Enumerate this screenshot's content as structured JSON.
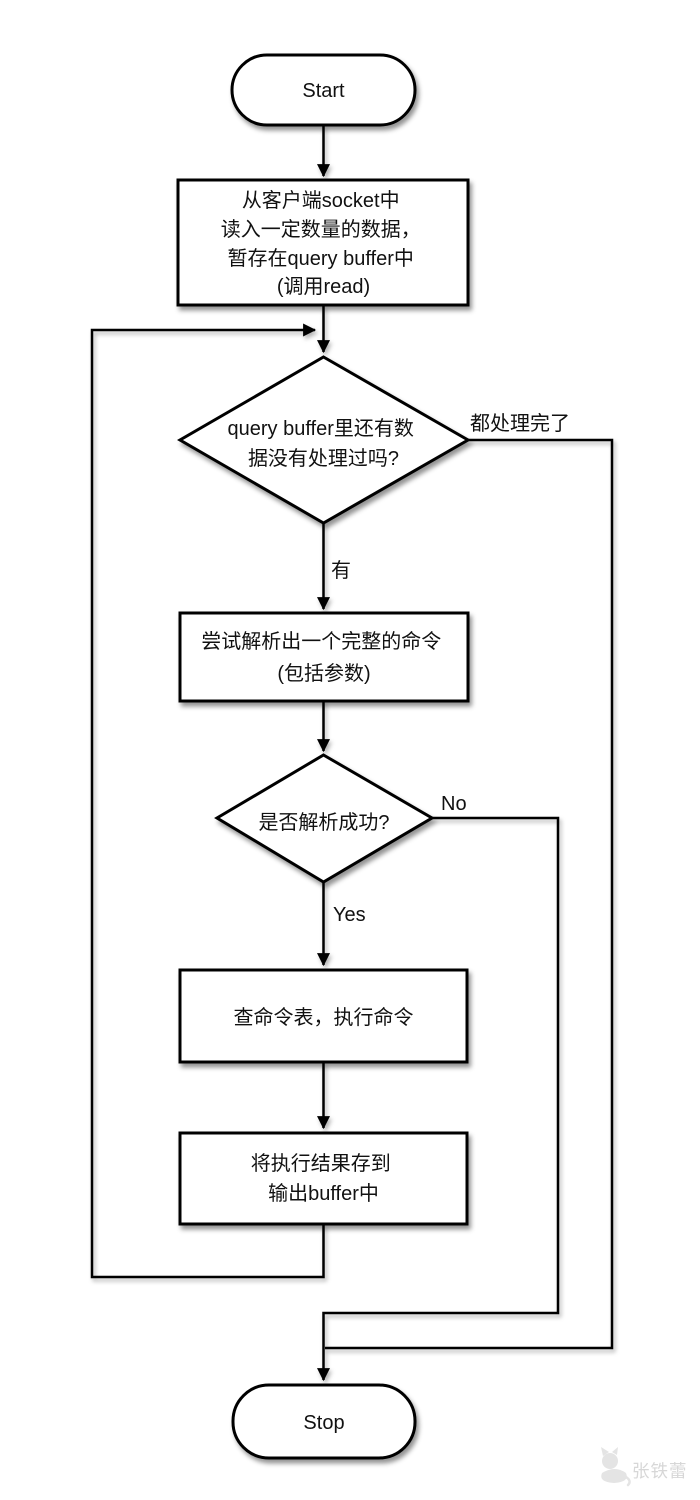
{
  "flowchart": {
    "nodes": {
      "start": {
        "label": "Start"
      },
      "read_socket": {
        "lines": [
          "从客户端socket中",
          "读入一定数量的数据，",
          "暂存在query buffer中",
          "(调用read)"
        ]
      },
      "query_buffer_decision": {
        "lines": [
          "query buffer里还有数",
          "据没有处理过吗?"
        ]
      },
      "parse_command": {
        "lines": [
          "尝试解析出一个完整的命令",
          "(包括参数)"
        ]
      },
      "parse_success_decision": {
        "lines": [
          "是否解析成功?"
        ]
      },
      "execute_command": {
        "lines": [
          "查命令表，执行命令"
        ]
      },
      "store_result": {
        "lines": [
          "将执行结果存到",
          "输出buffer中"
        ]
      },
      "stop": {
        "label": "Stop"
      }
    },
    "edge_labels": {
      "all_processed": "都处理完了",
      "has_data": "有",
      "no": "No",
      "yes": "Yes"
    },
    "colors": {
      "background": "#ffffff",
      "stroke": "#000000",
      "node_fill": "#ffffff",
      "watermark": "#d7d7d7"
    },
    "watermark": {
      "text": "张铁蕾"
    }
  }
}
